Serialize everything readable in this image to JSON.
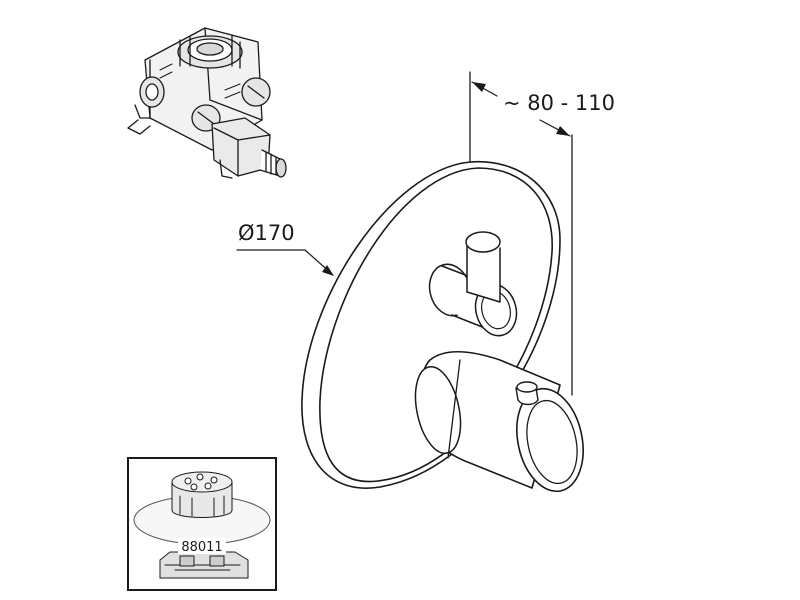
{
  "diagram": {
    "dimension_width_label": "~ 80 - 110",
    "dimension_diameter_label": "Ø170",
    "inset_part_label": "88011"
  },
  "colors": {
    "line": "#1a1a1a",
    "background": "#ffffff"
  }
}
